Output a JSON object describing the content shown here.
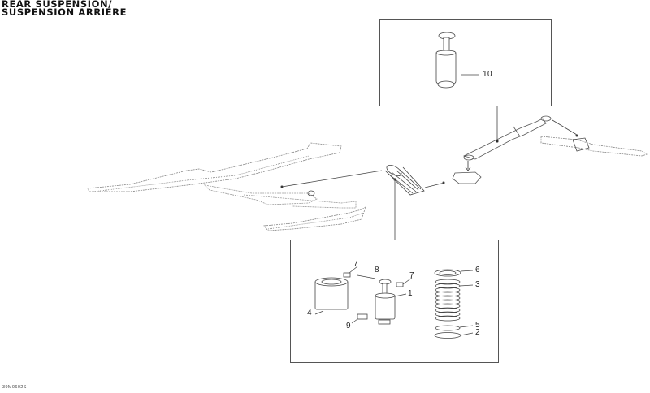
{
  "title": {
    "line1": "REAR SUSPENSION/",
    "line2": "SUSPENSION ARRIERE"
  },
  "drawing_code": "39M0602S",
  "detail_boxes": {
    "upper": {
      "parts": [
        {
          "callout": "10",
          "part": "shock-absorber-assembly"
        }
      ]
    },
    "lower": {
      "parts": [
        {
          "callout": "1",
          "part": "shock-absorber"
        },
        {
          "callout": "2",
          "part": "washer"
        },
        {
          "callout": "3",
          "part": "spring"
        },
        {
          "callout": "4",
          "part": "bellows-sleeve"
        },
        {
          "callout": "5",
          "part": "ring"
        },
        {
          "callout": "6",
          "part": "spring-retainer"
        },
        {
          "callout": "7",
          "part": "bushing"
        },
        {
          "callout": "7",
          "part": "bushing"
        },
        {
          "callout": "8",
          "part": "spacer"
        },
        {
          "callout": "9",
          "part": "bushing"
        }
      ]
    }
  },
  "colors": {
    "line": "#555555",
    "text": "#111111",
    "background": "#ffffff"
  }
}
